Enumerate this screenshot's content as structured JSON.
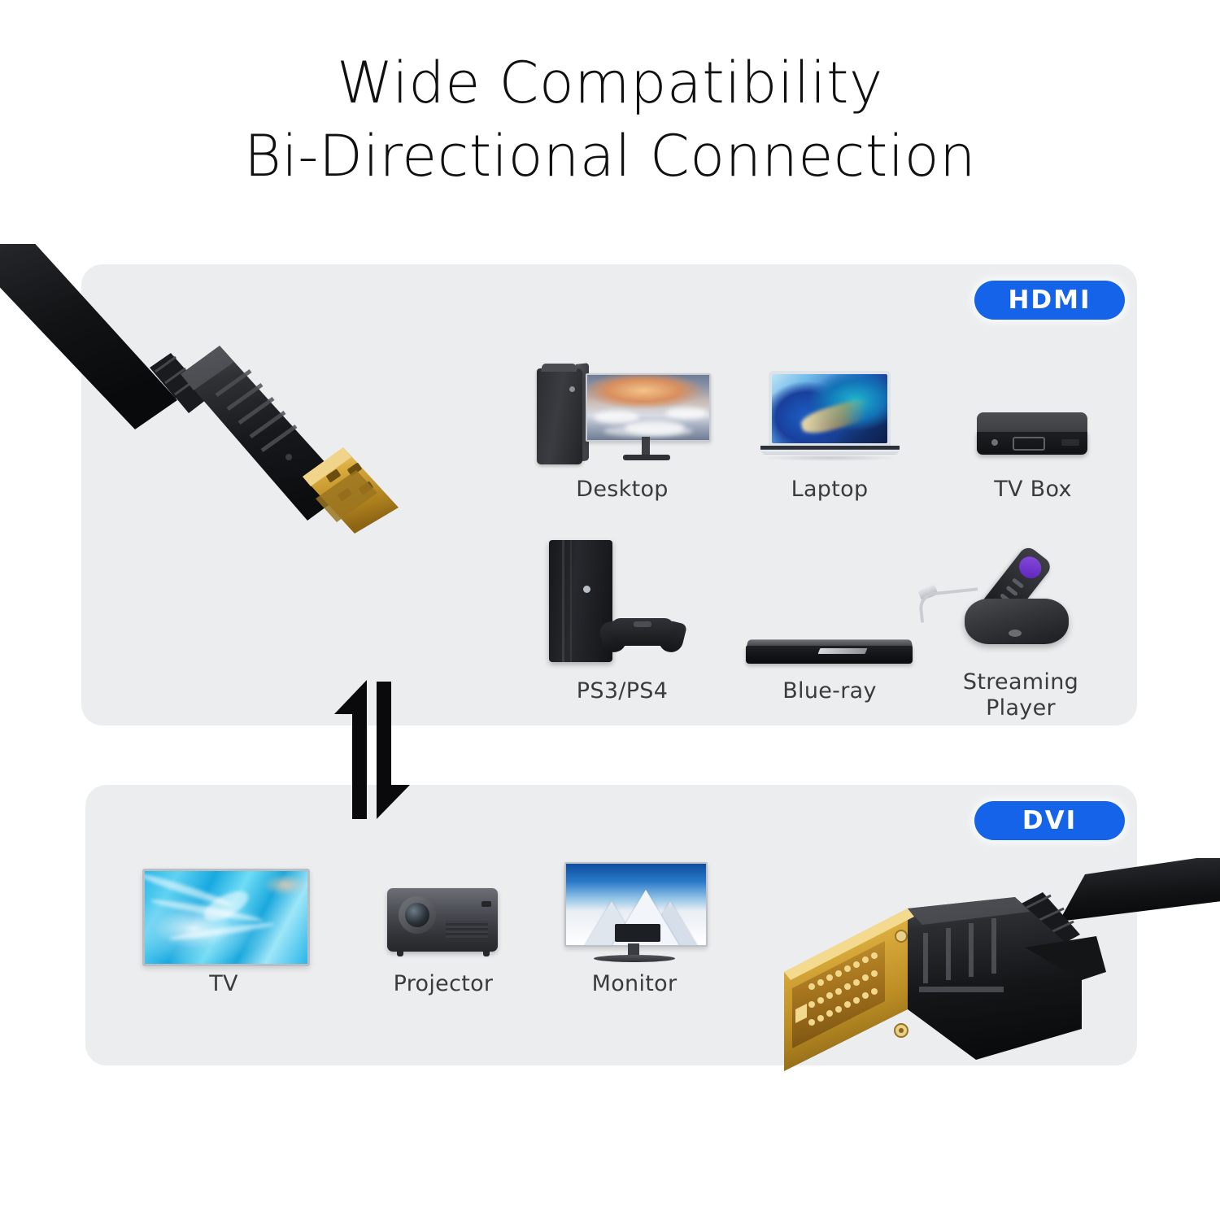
{
  "title": {
    "line1": "Wide Compatibility",
    "line2": "Bi-Directional Connection"
  },
  "colors": {
    "badge_blue": "#1463e8",
    "panel_gray": "#ecedef",
    "page_background": "#ffffff",
    "label_text": "#3b3b3d",
    "title_text": "#101010",
    "connector_gold": "#d8a732",
    "connector_black": "#1b1c1e"
  },
  "panels": [
    {
      "id": "hdmi",
      "badge": "HDMI",
      "connector": "hdmi-male-connector",
      "devices": [
        {
          "label": "Desktop",
          "icon": "desktop-computer-icon"
        },
        {
          "label": "Laptop",
          "icon": "laptop-icon"
        },
        {
          "label": "TV Box",
          "icon": "tv-box-icon"
        },
        {
          "label": "PS3/PS4",
          "icon": "game-console-icon"
        },
        {
          "label": "Blue-ray",
          "icon": "bluray-player-icon"
        },
        {
          "label": "Streaming\nPlayer",
          "icon": "streaming-player-icon"
        }
      ]
    },
    {
      "id": "dvi",
      "badge": "DVI",
      "connector": "dvi-male-connector",
      "devices": [
        {
          "label": "TV",
          "icon": "television-icon"
        },
        {
          "label": "Projector",
          "icon": "projector-icon"
        },
        {
          "label": "Monitor",
          "icon": "computer-monitor-icon"
        }
      ]
    }
  ],
  "arrows": {
    "up_arrow": "arrow-up",
    "down_arrow": "arrow-down",
    "meaning": "bi-directional"
  }
}
